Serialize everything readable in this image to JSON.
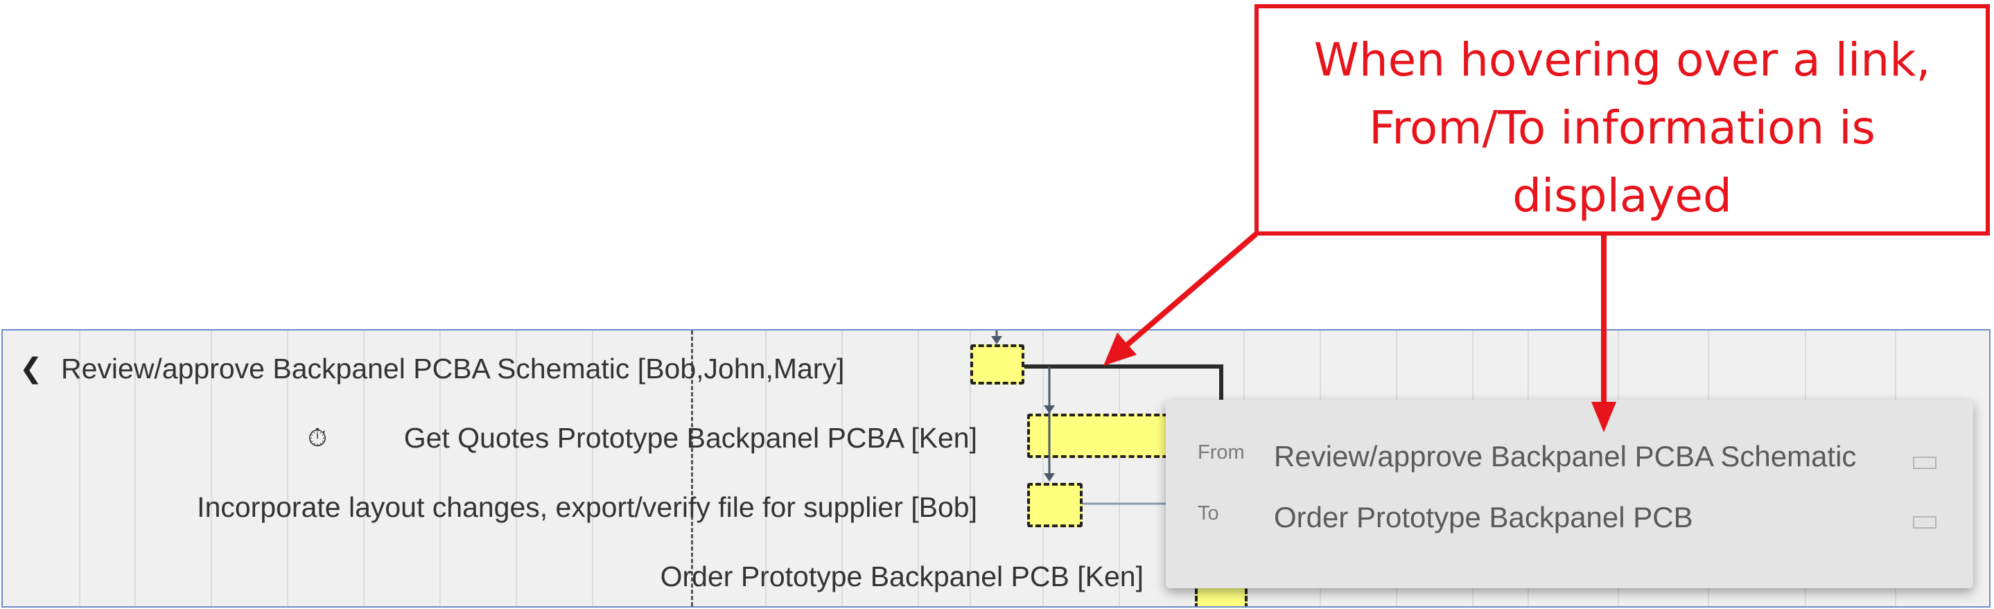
{
  "gantt": {
    "tasks": [
      {
        "label": "Review/approve Backpanel PCBA Schematic [Bob,John,Mary]",
        "icon": "share-icon"
      },
      {
        "label": "Get Quotes Prototype Backpanel PCBA [Ken]",
        "icon": "stopwatch-icon"
      },
      {
        "label": "Incorporate layout changes, export/verify file for supplier [Bob]",
        "icon": ""
      },
      {
        "label": "Order Prototype Backpanel PCB [Ken]",
        "icon": ""
      }
    ]
  },
  "tooltip": {
    "from_key": "From",
    "from_value": "Review/approve Backpanel PCBA Schematic",
    "to_key": "To",
    "to_value": "Order Prototype Backpanel PCB"
  },
  "callout": {
    "line1": "When hovering over a link,",
    "line2": "From/To information is",
    "line3": "displayed",
    "color": "#e8141c"
  },
  "colors": {
    "bar_fill": "#ffff80",
    "panel_border": "#6b8cc9"
  }
}
